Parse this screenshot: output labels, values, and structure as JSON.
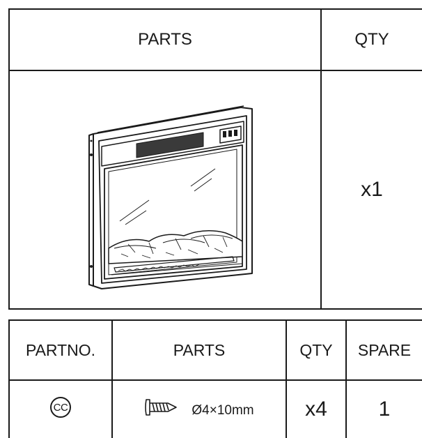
{
  "top_table": {
    "header": {
      "parts_label": "PARTS",
      "qty_label": "QTY"
    },
    "row": {
      "image_icon": "electric-fireplace-insert-illustration",
      "qty": "x1"
    }
  },
  "bottom_table": {
    "header": {
      "partno_label": "PARTNO.",
      "parts_label": "PARTS",
      "qty_label": "QTY",
      "spare_label": "SPARE"
    },
    "rows": [
      {
        "partno": "CC",
        "part_icon": "screw-icon",
        "part_size": "Ø4×10mm",
        "qty": "x4",
        "spare": "1"
      }
    ]
  }
}
